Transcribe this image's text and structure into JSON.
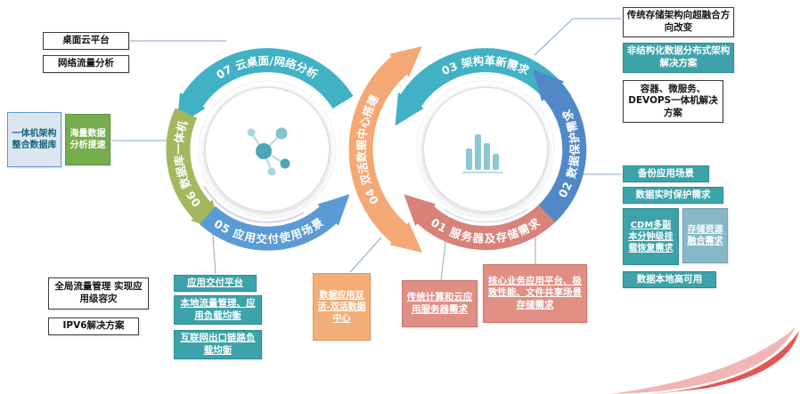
{
  "diagram": {
    "arcs": [
      {
        "id": "07",
        "label": "07 云桌面/网络分析",
        "color": "#41B1C5"
      },
      {
        "id": "06",
        "label": "06 数据库一体机",
        "color": "#A3B75E"
      },
      {
        "id": "05",
        "label": "05 应用交付使用场景",
        "color": "#5B9BD5"
      },
      {
        "id": "04",
        "label": "04 双活数据中心搭建",
        "color": "#F4A873"
      },
      {
        "id": "03",
        "label": "03 架构革新需求",
        "color": "#41B1C5"
      },
      {
        "id": "02",
        "label": "02 数据保护需求",
        "color": "#5088C8"
      },
      {
        "id": "01",
        "label": "01 服务器及存储需求",
        "color": "#D8827A"
      }
    ],
    "boxes": {
      "desktop_cloud": "桌面云平台",
      "network_traffic": "网络流量分析",
      "aio_architecture": "一体机架构整合数据库",
      "massive_data": "海量数据分析提速",
      "global_traffic": "全局流量管理 实现应用级容灾",
      "ipv6": "IPV6解决方案",
      "app_delivery": "应用交付平台",
      "local_traffic": "本地流量管理、应用负载均衡",
      "internet_link": "互联网出口链路负载均衡",
      "dual_active": "数据应用双活-双活数据中心",
      "traditional_compute": "传统计算和云应用服务器需求",
      "core_business": "核心业务应用平台、极致性能、文件共享场景存储需求",
      "storage_hci": "传统存储架构向超融合方向改变",
      "unstructured": "非结构化数据分布式架构解决方案",
      "container": "容器、微服务、DEVOPS一体机解决方案",
      "backup": "备份应用场景",
      "realtime_protect": "数据实时保护需求",
      "cdm": "CDM多副本分钟级挂载恢复需求",
      "storage_fusion": "存储资源融合需求",
      "local_ha": "数据本地高可用"
    },
    "icons": {
      "left_center": "network-molecule-icon",
      "right_center": "bar-chart-icon"
    },
    "colors": {
      "teal_box": "#3DA3AB",
      "teal_light_box": "#86B8C8",
      "green_box": "#76AD4C",
      "orange_box": "#F2AE76",
      "salmon_box": "#E18F85",
      "connector_line": "#8AA5C9",
      "swoosh_pink": "#F2B5B5",
      "swoosh_red": "#E25753"
    }
  }
}
